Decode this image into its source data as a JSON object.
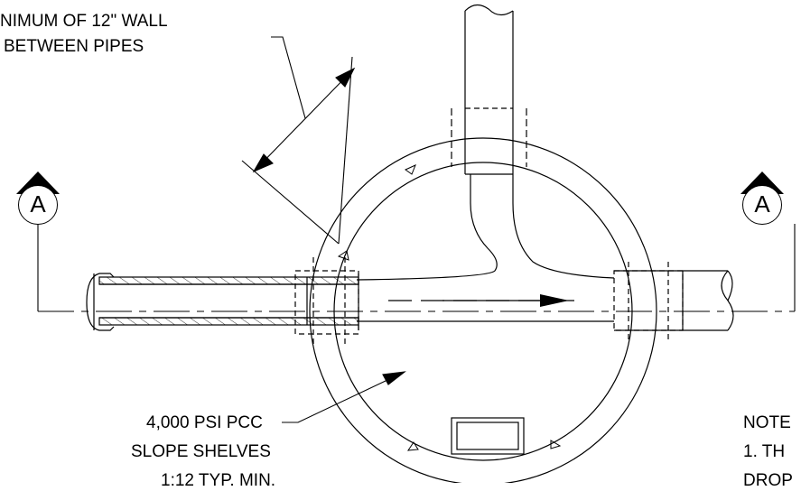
{
  "callouts": {
    "wall_line1": "NIMUM OF 12\" WALL",
    "wall_line2": "BETWEEN PIPES",
    "material_line1": "4,000 PSI PCC",
    "material_line2": "SLOPE SHELVES",
    "material_line3": "1:12 TYP. MIN.",
    "note_title": "NOTE",
    "note_item": "1. TH",
    "note_item2": "DROP"
  },
  "section_markers": {
    "left": "A",
    "right": "A"
  },
  "colors": {
    "line": "#000000",
    "background": "#ffffff"
  }
}
